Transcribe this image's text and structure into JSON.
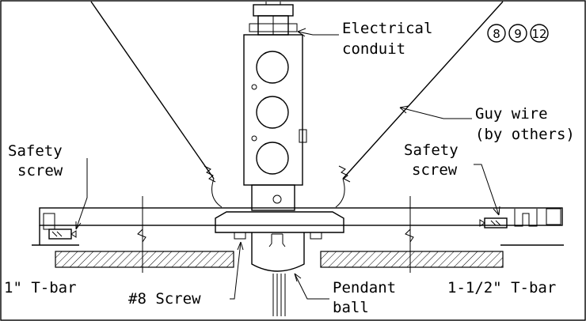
{
  "labels": {
    "electrical_conduit_1": "Electrical",
    "electrical_conduit_2": "conduit",
    "guy_wire_1": "Guy wire",
    "guy_wire_2": "(by others)",
    "safety_left_1": "Safety",
    "safety_left_2": "screw",
    "safety_right_1": "Safety",
    "safety_right_2": "screw",
    "tbar_left": "1\" T-bar",
    "tbar_right": "1-1/2\" T-bar",
    "screw8": "#8 Screw",
    "pendant_1": "Pendant",
    "pendant_2": "ball"
  },
  "callouts": [
    "8",
    "9",
    "12"
  ]
}
